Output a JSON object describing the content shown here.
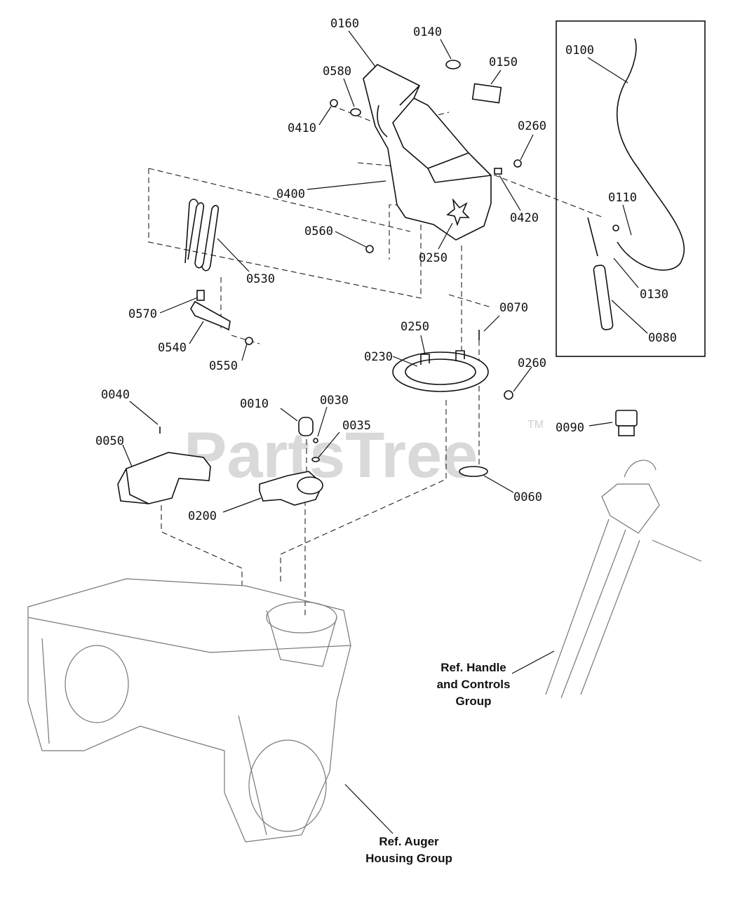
{
  "watermark": {
    "text": "PartsTree",
    "trademark": "TM"
  },
  "callouts": {
    "p0160": "0160",
    "p0140": "0140",
    "p0580": "0580",
    "p0150": "0150",
    "p0100": "0100",
    "p0410": "0410",
    "p0260a": "0260",
    "p0400": "0400",
    "p0420": "0420",
    "p0110": "0110",
    "p0560": "0560",
    "p0530": "0530",
    "p0250a": "0250",
    "p0130": "0130",
    "p0570": "0570",
    "p0070": "0070",
    "p0250b": "0250",
    "p0080": "0080",
    "p0540": "0540",
    "p0230": "0230",
    "p0550": "0550",
    "p0260b": "0260",
    "p0040": "0040",
    "p0010": "0010",
    "p0030": "0030",
    "p0090": "0090",
    "p0035": "0035",
    "p0050": "0050",
    "p0060": "0060",
    "p0200": "0200"
  },
  "references": {
    "handle": [
      "Ref. Handle",
      "and Controls",
      "Group"
    ],
    "auger": [
      "Ref. Auger",
      "Housing Group"
    ]
  }
}
